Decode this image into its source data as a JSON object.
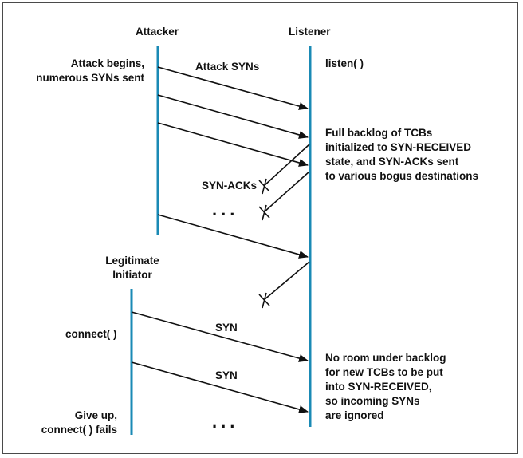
{
  "actors": {
    "attacker": "Attacker",
    "listener": "Listener",
    "initiator": "Legitimate\nInitiator"
  },
  "labels": {
    "attack_begins": "Attack begins,\nnumerous SYNs sent",
    "attack_syns": "Attack SYNs",
    "listen_call": "listen( )",
    "backlog_full": "Full backlog of TCBs\ninitialized to SYN-RECEIVED\nstate, and SYN-ACKs sent\nto various bogus destinations",
    "syn_acks": "SYN-ACKs",
    "ellipsis_1": "...",
    "connect_call": "connect( )",
    "syn_1": "SYN",
    "syn_2": "SYN",
    "no_room": "No room under backlog\nfor new TCBs to be put\ninto SYN-RECEIVED,\nso incoming SYNs\nare ignored",
    "give_up": "Give up,\nconnect( ) fails",
    "ellipsis_2": "..."
  },
  "colors": {
    "lifeline": "#1a8ab5",
    "arrow": "#111111",
    "frame": "#4a4a4a"
  }
}
